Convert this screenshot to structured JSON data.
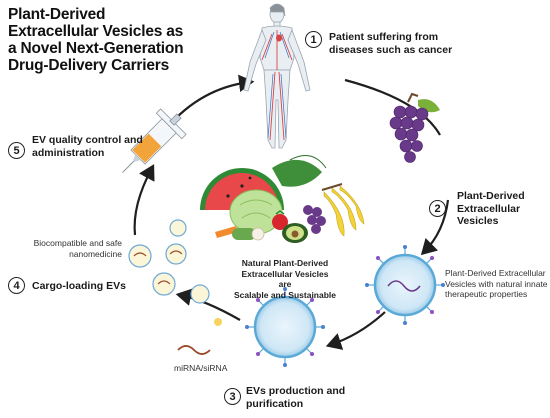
{
  "title": {
    "line1": "Plant-Derived",
    "line2": "Extracellular Vesicles as",
    "line3": "a Novel Next-Generation",
    "line4": "Drug-Delivery Carriers"
  },
  "steps": [
    {
      "number": "1",
      "line1": "Patient suffering from",
      "line2": "diseases such as cancer"
    },
    {
      "number": "2",
      "line1": "Plant-Derived",
      "line2": "Extracellular",
      "line3": "Vesicles"
    },
    {
      "number": "3",
      "line1": "EVs production and",
      "line2": "purification"
    },
    {
      "number": "4",
      "line1": "Cargo-loading EVs"
    },
    {
      "number": "5",
      "line1": "EV quality control and",
      "line2": "administration"
    }
  ],
  "annotations": {
    "biocompatible_line1": "Biocompatible and safe",
    "biocompatible_line2": "nanomedicine",
    "pdev_line1": "Plant-Derived Extracellular",
    "pdev_line2": "Vesicles with natural innate",
    "pdev_line3": "therapeutic properties",
    "mirna": "miRNA/siRNA"
  },
  "center_text": {
    "line1": "Natural Plant-Derived",
    "line2": "Extracellular Vesicles",
    "line3": "are",
    "line4": "Scalable and Sustainable"
  },
  "colors": {
    "arrow": "#1f1f1f",
    "vesicle_blue": "#5aa9d6",
    "grape": "#6a3a8a",
    "watermelon": "#e8484a"
  }
}
